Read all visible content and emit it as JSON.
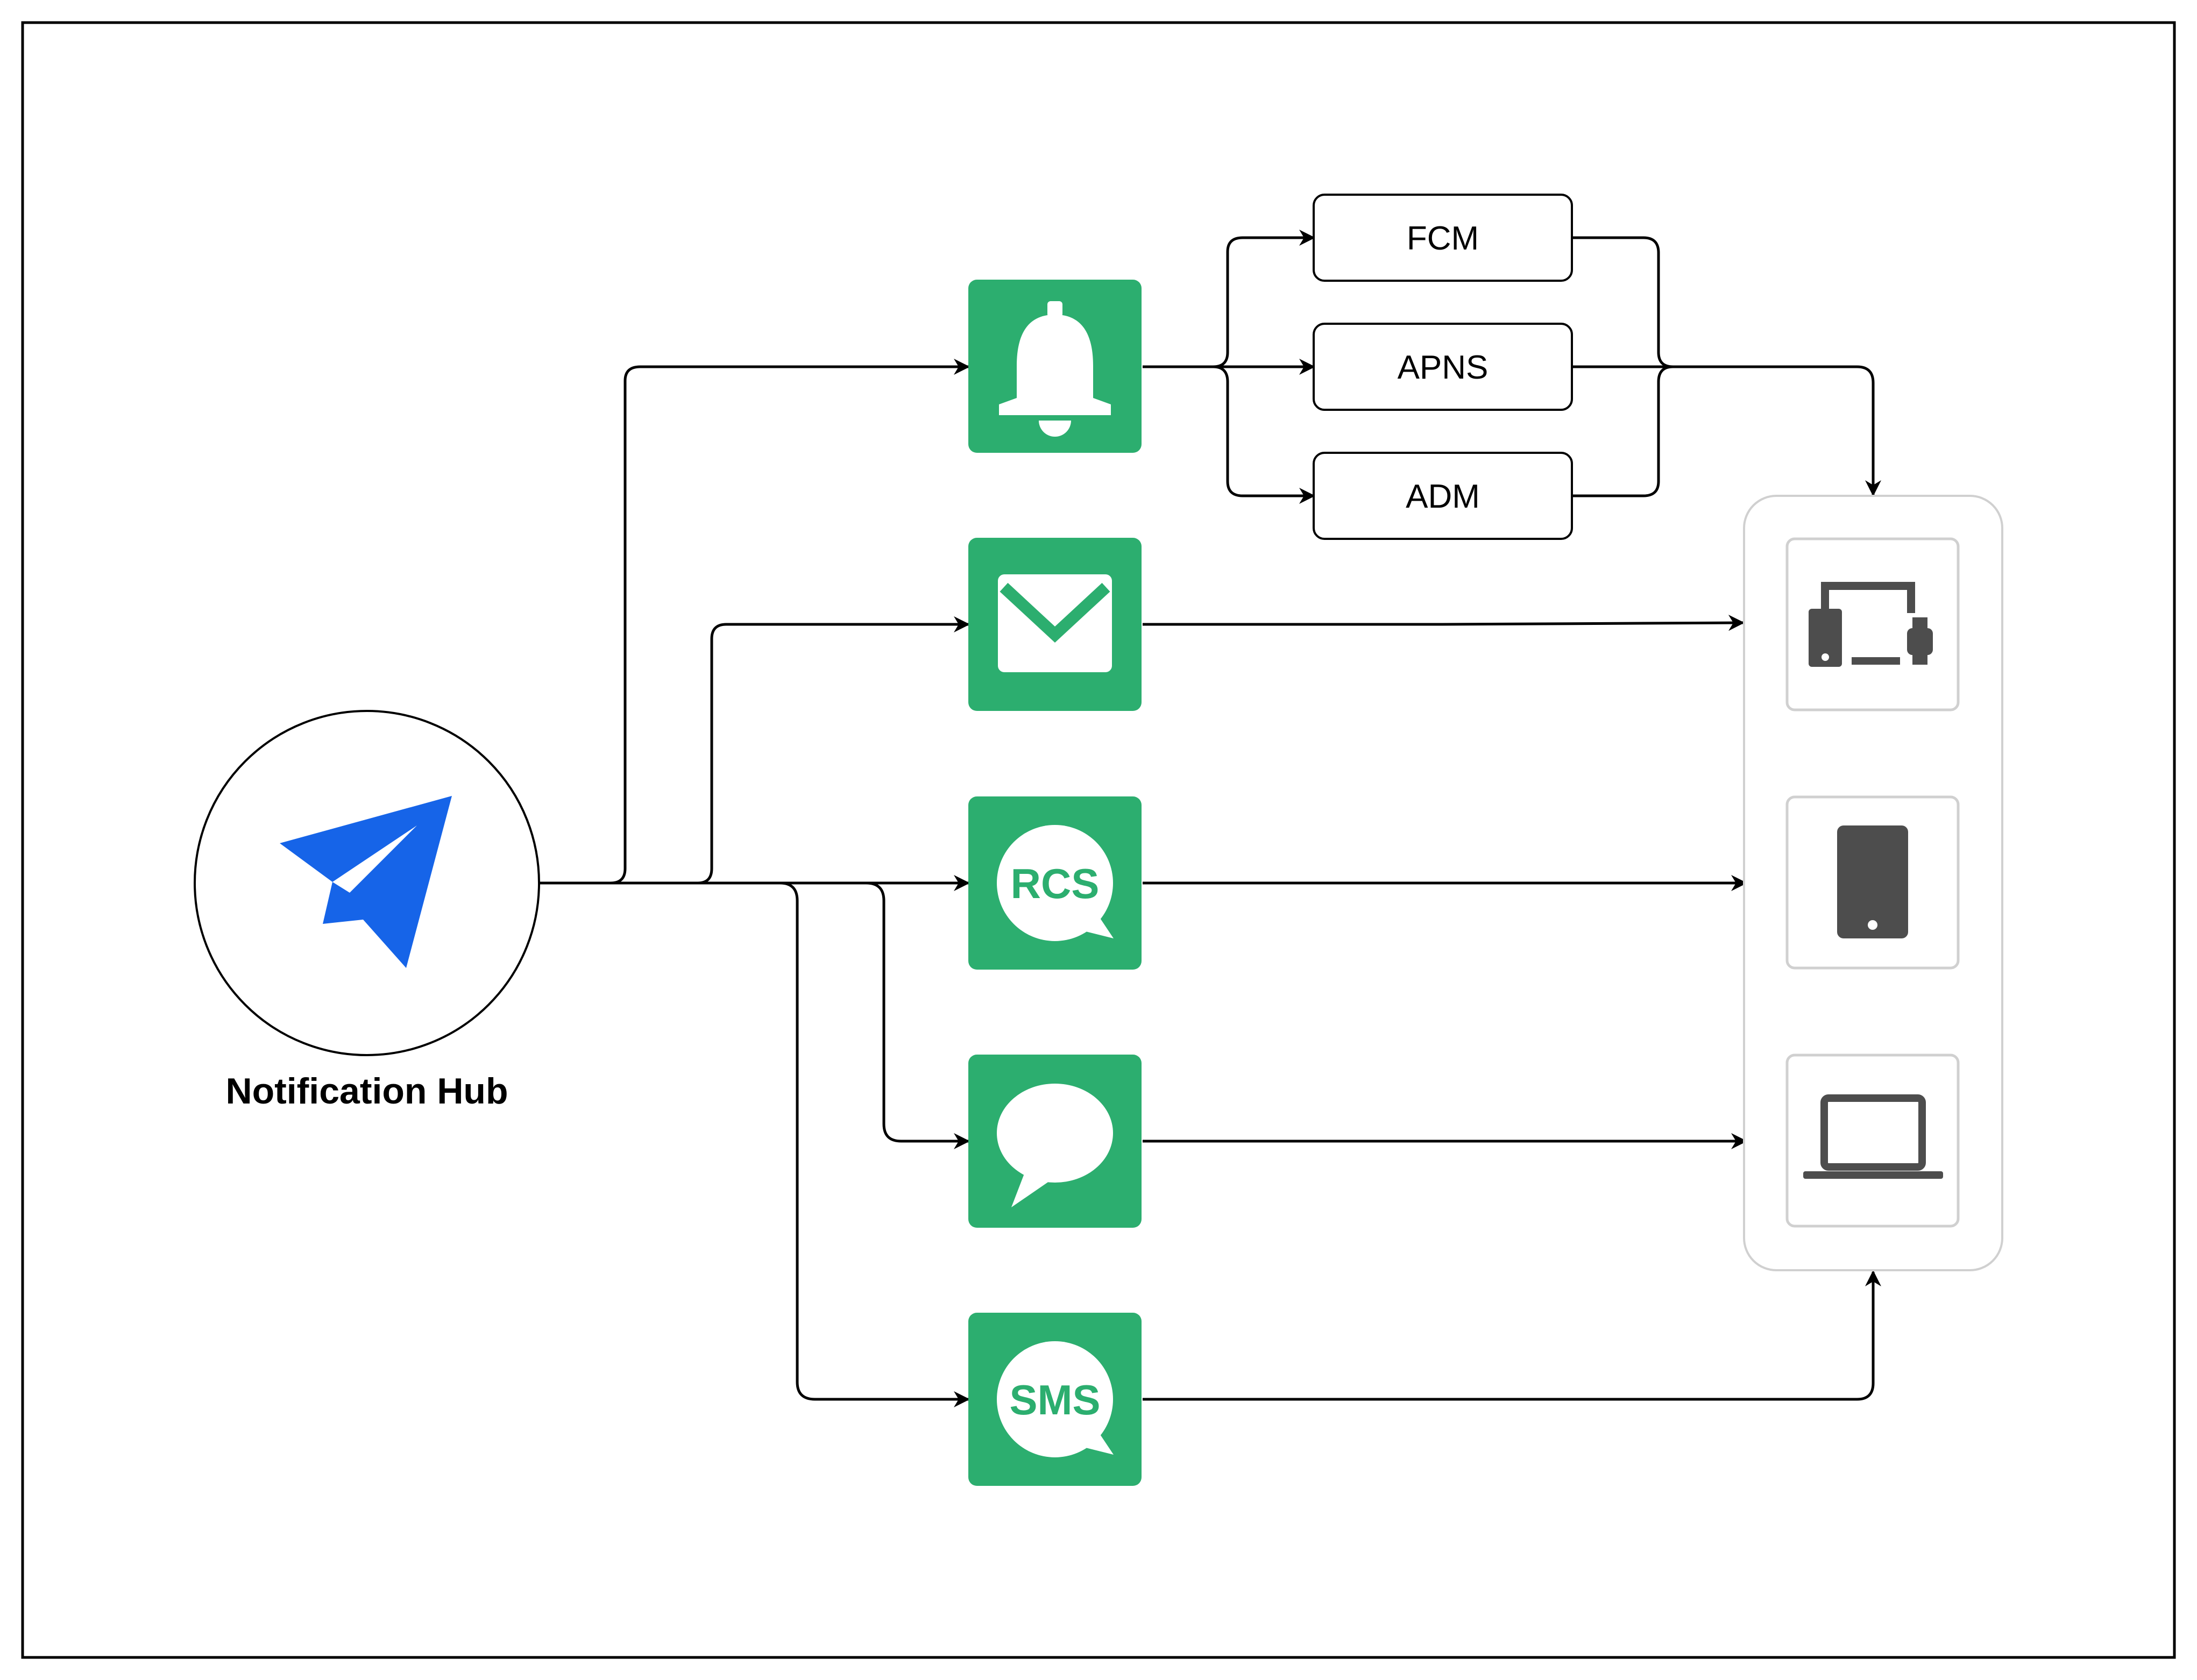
{
  "hub": {
    "label": "Notification Hub",
    "icon": "paper-plane-icon"
  },
  "channels": [
    {
      "id": "push",
      "icon": "bell-icon",
      "text": ""
    },
    {
      "id": "email",
      "icon": "envelope-icon",
      "text": ""
    },
    {
      "id": "rcs",
      "icon": "rcs-bubble-icon",
      "text": "RCS"
    },
    {
      "id": "chat",
      "icon": "chat-bubble-icon",
      "text": ""
    },
    {
      "id": "sms",
      "icon": "sms-bubble-icon",
      "text": "SMS"
    }
  ],
  "push_providers": [
    "FCM",
    "APNS",
    "ADM"
  ],
  "devices": [
    {
      "icon": "multi-device-icon"
    },
    {
      "icon": "phone-icon"
    },
    {
      "icon": "laptop-icon"
    }
  ],
  "colors": {
    "channel_green": "#2cae6f",
    "hub_blue": "#1664e8",
    "device_gray": "#4d4d4d",
    "line": "#000000",
    "panel_border": "#d0d0d0"
  }
}
